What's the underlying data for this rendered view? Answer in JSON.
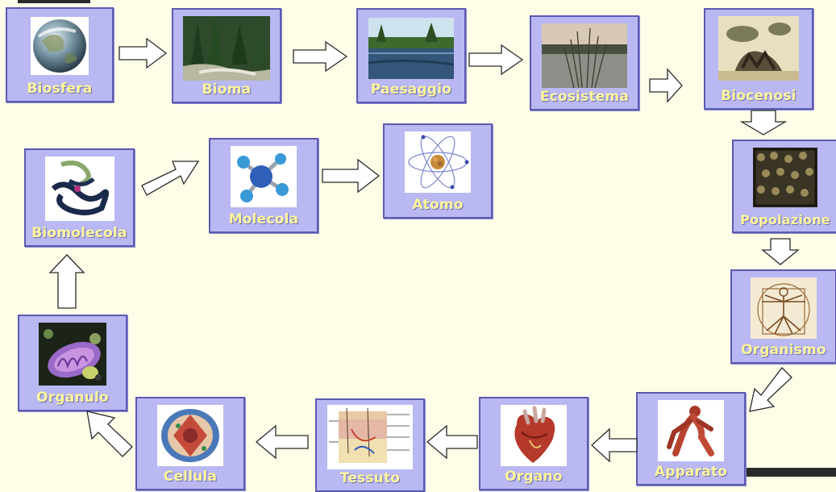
{
  "colors": {
    "background": "#fefde8",
    "card_fill": "#b9b8f3",
    "card_border": "#5a5ab0",
    "label_text": "#fff79a",
    "arrow_stroke": "#2b2b2b"
  },
  "levels": [
    {
      "label": "Biosfera",
      "icon": "earth-globe-icon"
    },
    {
      "label": "Bioma",
      "icon": "forest-stream-icon"
    },
    {
      "label": "Paesaggio",
      "icon": "lake-landscape-icon"
    },
    {
      "label": "Ecosistema",
      "icon": "marsh-reeds-icon"
    },
    {
      "label": "Biocenosi",
      "icon": "elephants-tree-icon"
    },
    {
      "label": "Popolazione",
      "icon": "dense-crowd-icon"
    },
    {
      "label": "Organismo",
      "icon": "vitruvian-man-icon"
    },
    {
      "label": "Apparato",
      "icon": "muscular-system-icon"
    },
    {
      "label": "Organo",
      "icon": "heart-organ-icon"
    },
    {
      "label": "Tessuto",
      "icon": "skin-tissue-section-icon"
    },
    {
      "label": "Cellula",
      "icon": "cell-cross-section-icon"
    },
    {
      "label": "Organulo",
      "icon": "mitochondrion-icon"
    },
    {
      "label": "Biomolecola",
      "icon": "protein-ribbon-icon"
    },
    {
      "label": "Molecola",
      "icon": "ball-and-stick-molecule-icon"
    },
    {
      "label": "Atomo",
      "icon": "atom-orbit-icon"
    }
  ]
}
